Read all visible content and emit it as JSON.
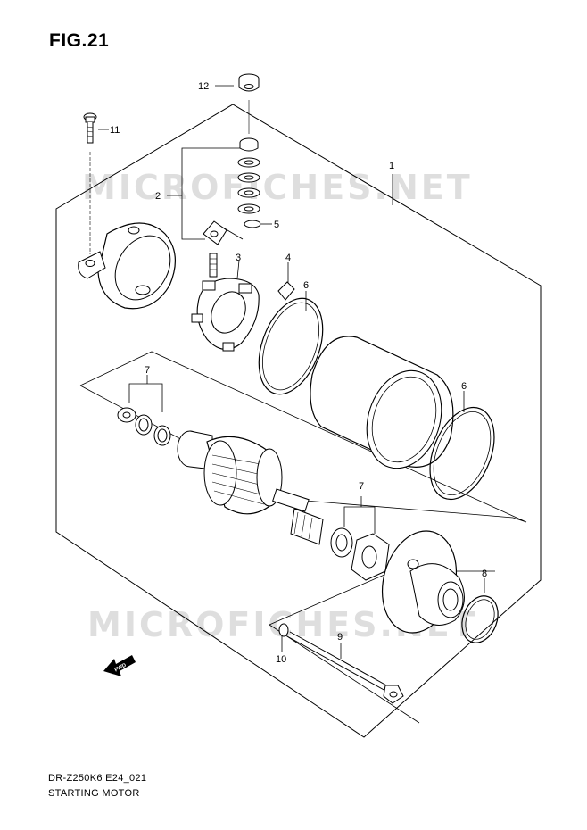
{
  "figure": {
    "title": "FIG.21",
    "model_code": "DR-Z250K6 E24_021",
    "assembly_name": "STARTING MOTOR"
  },
  "watermark": "MICROFICHES.NET",
  "fwd_label": "FWD",
  "callouts": [
    "1",
    "2",
    "3",
    "4",
    "5",
    "6",
    "6",
    "7",
    "7",
    "7",
    "8",
    "9",
    "10",
    "11",
    "12"
  ],
  "colors": {
    "line": "#000000",
    "background": "#ffffff",
    "watermark": "#d3d3d3"
  }
}
